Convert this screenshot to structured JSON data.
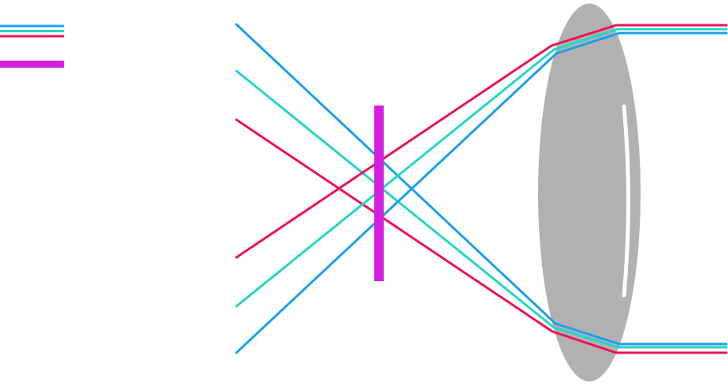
{
  "colors": {
    "background": "#ffffff",
    "ray_blue": "#1a9ff0",
    "ray_cyan": "#22d6c8",
    "ray_red": "#f0105a",
    "aperture": "#d41ee0",
    "lens": "#b1b1b1",
    "lens_highlight": "#ffffff"
  },
  "legend": {
    "rays": [
      "ray_blue",
      "ray_cyan",
      "ray_red"
    ],
    "aperture": "aperture"
  }
}
